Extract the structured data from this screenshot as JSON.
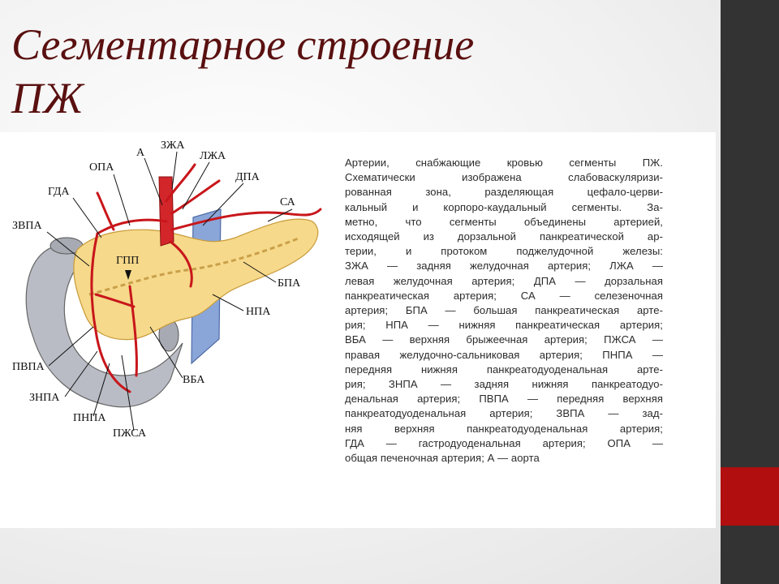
{
  "slide": {
    "title_line1": "Сегментарное строение",
    "title_line2": "ПЖ",
    "colors": {
      "title": "#5a1010",
      "sidebar": "#333333",
      "accent": "#b10f0f"
    }
  },
  "diagram": {
    "labels": {
      "a": "А",
      "zzha": "ЗЖА",
      "lzha": "ЛЖА",
      "opa": "ОПА",
      "dpa": "ДПА",
      "gda": "ГДА",
      "sa": "СА",
      "zvpa": "ЗВПА",
      "gpp": "ГПП",
      "bpa": "БПА",
      "npa": "НПА",
      "pvpa": "ПВПА",
      "vba": "ВБА",
      "znpa": "ЗНПА",
      "pnpa": "ПНПА",
      "pzhsa": "ПЖСА"
    }
  },
  "caption": {
    "lines": [
      "Артерии, снабжающие кровью сегменты ПЖ.",
      "Схематически изображена слабоваскуляризи-",
      "рованная зона, разделяющая цефало-церви-",
      "кальный и корпоро-каудальный сегменты. За-",
      "метно, что сегменты объединены артерией,",
      "исходящей из дорзальной панкреатической ар-",
      "терии, и протоком поджелудочной железы:",
      "ЗЖА — задняя желудочная артерия; ЛЖА —",
      "левая желудочная артерия; ДПА — дорзальная",
      "панкреатическая артерия; СА — селезеночная",
      "артерия; БПА — большая панкреатическая арте-",
      "рия; НПА — нижняя панкреатическая артерия;",
      "ВБА — верхняя брыжеечная артерия; ПЖСА —",
      "правая желудочно-сальниковая артерия; ПНПА —",
      "передняя нижняя панкреатодуоденальная арте-",
      "рия; ЗНПА — задняя нижняя панкреатодуо-",
      "денальная артерия; ПВПА — передняя верхняя",
      "панкреатодуоденальная артерия; ЗВПА — зад-",
      "няя верхняя панкреатодуоденальная артерия;",
      "ГДА — гастродуоденальная артерия; ОПА —",
      "общая печеночная артерия; А — аорта"
    ]
  }
}
